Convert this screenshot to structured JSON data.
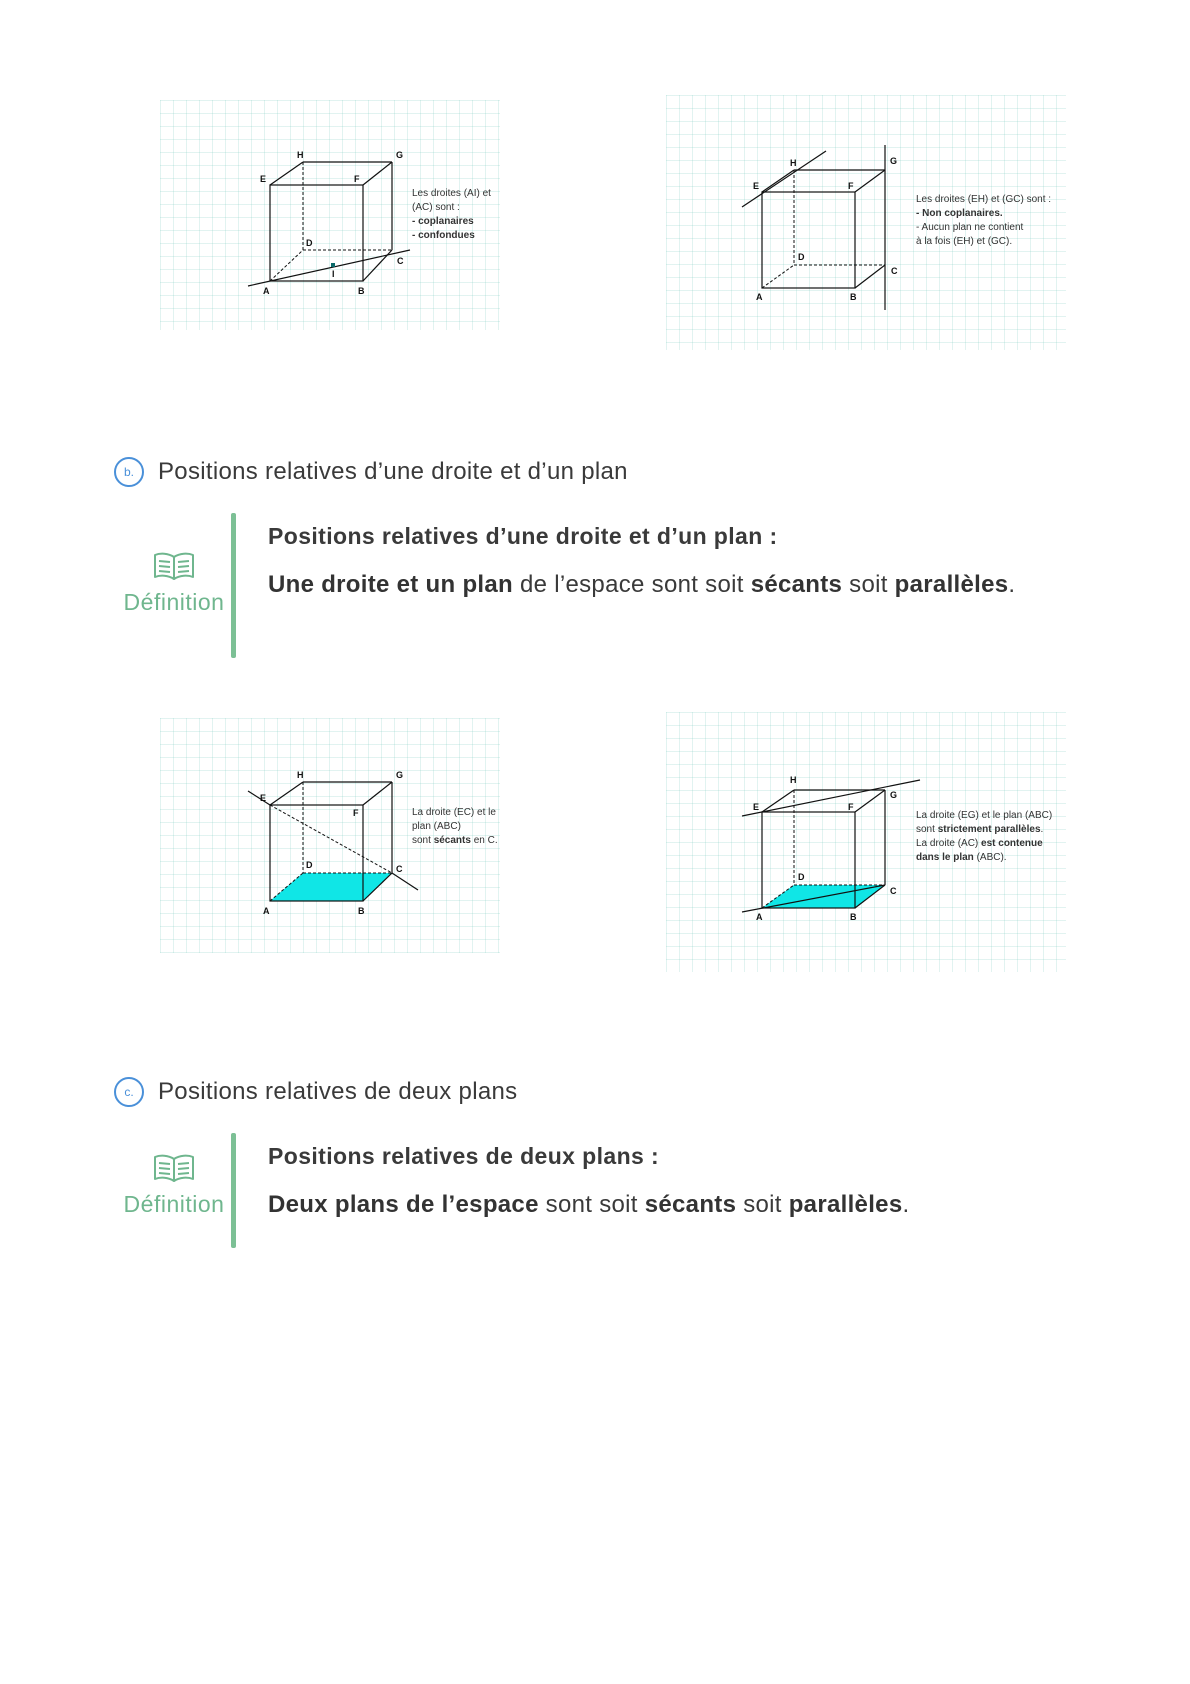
{
  "figures": [
    {
      "labels": {
        "A": "A",
        "B": "B",
        "C": "C",
        "D": "D",
        "E": "E",
        "F": "F",
        "G": "G",
        "H": "H",
        "I": "I"
      },
      "caption": {
        "line1": "Les droites (AI) et (AC) sont :",
        "line2": "- coplanaires",
        "line3": "- confondues"
      }
    },
    {
      "labels": {
        "A": "A",
        "B": "B",
        "C": "C",
        "D": "D",
        "E": "E",
        "F": "F",
        "G": "G",
        "H": "H"
      },
      "caption": {
        "line1": "Les droites (EH) et (GC) sont :",
        "line2": "- Non coplanaires.",
        "line3": "- Aucun plan ne contient",
        "line4": "à la fois (EH) et (GC)."
      }
    },
    {
      "labels": {
        "A": "A",
        "B": "B",
        "C": "C",
        "D": "D",
        "E": "E",
        "F": "F",
        "G": "G",
        "H": "H"
      },
      "caption": {
        "line1": "La droite (EC) et le plan (ABC)",
        "line2_pre": "sont ",
        "line2_bold": "sécants",
        "line2_post": " en C."
      }
    },
    {
      "labels": {
        "A": "A",
        "B": "B",
        "C": "C",
        "D": "D",
        "E": "E",
        "F": "F",
        "G": "G",
        "H": "H"
      },
      "caption": {
        "line1": "La droite (EG) et le plan (ABC)",
        "line2_pre": "sont ",
        "line2_bold": "strictement parallèles",
        "line2_post": ".",
        "line3_pre": "La droite (AC) ",
        "line3_bold": "est contenue",
        "line4_bold": "dans le plan",
        "line4_post": " (ABC)."
      }
    }
  ],
  "sections": [
    {
      "badge": "b.",
      "title": "Positions relatives d’une droite et d’un plan",
      "definition": {
        "label": "Définition",
        "heading": "Positions relatives d’une droite et d’un plan :",
        "t1_bold": "Une droite et un plan",
        "t2": " de l’espace sont soit ",
        "t3_bold": "sécants",
        "t4": " soit ",
        "t5_bold": "parallèles",
        "t6": "."
      }
    },
    {
      "badge": "c.",
      "title": "Positions relatives de deux plans",
      "definition": {
        "label": "Définition",
        "heading": "Positions relatives de deux plans :",
        "t1_bold": "Deux plans de l’espace",
        "t2": " sont soit ",
        "t3_bold": "sécants",
        "t4": " soit ",
        "t5_bold": "parallèles",
        "t6": "."
      }
    }
  ],
  "colors": {
    "accent_green": "#7cc095",
    "badge_blue": "#4a90d9",
    "plane_fill": "#10e6e6"
  }
}
